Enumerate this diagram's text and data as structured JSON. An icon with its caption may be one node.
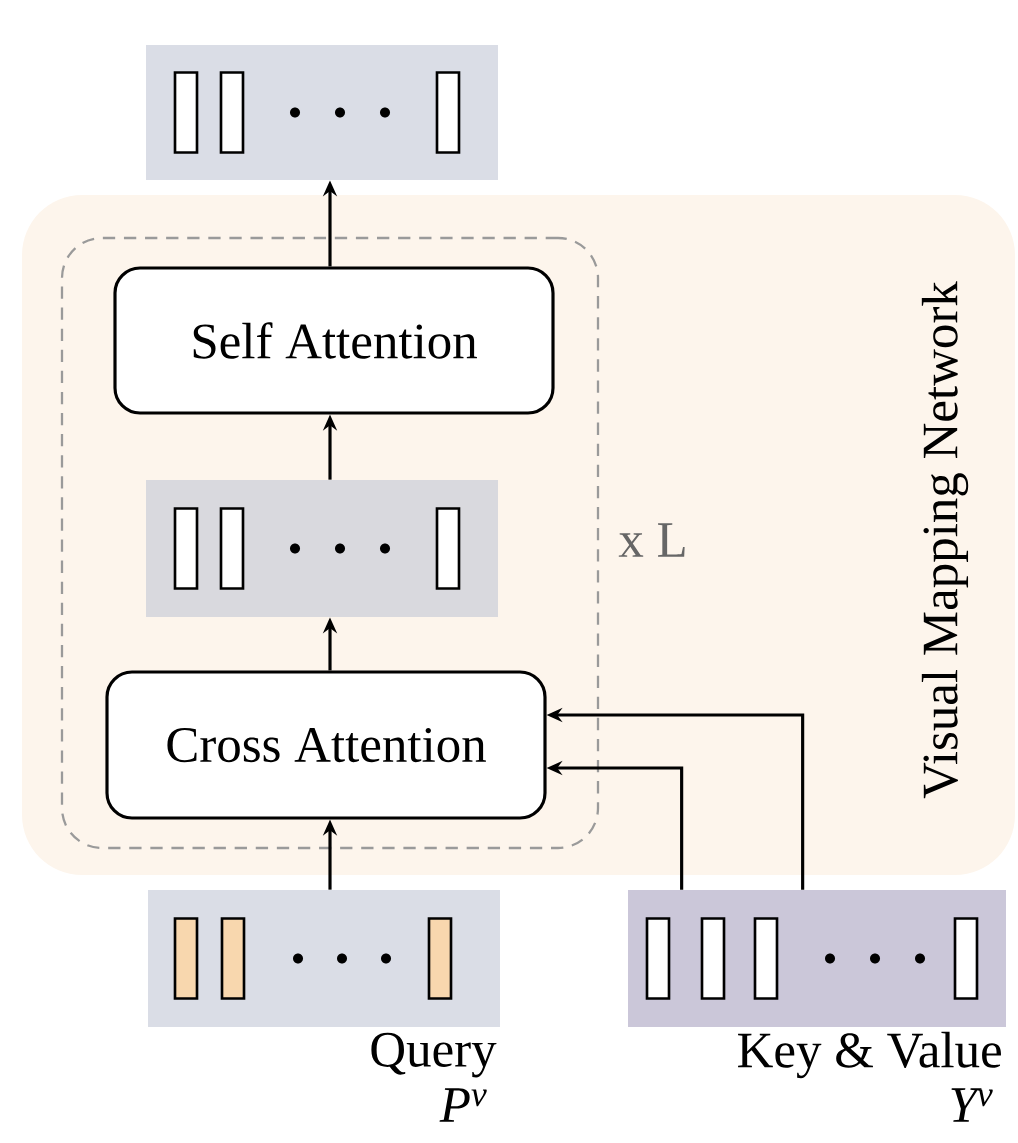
{
  "diagram": {
    "nodes": [
      {
        "text": [
          "Visual Mapping Network"
        ]
      },
      {
        "text": [],
        "shape": "box",
        "in": 0,
        "beside": [
          "x L"
        ]
      },
      {
        "text": [
          "Self Attention"
        ],
        "in": 1
      },
      {
        "text": [],
        "shape": "bar",
        "in": 1
      },
      {
        "text": [
          "Cross Attention"
        ],
        "in": 1
      },
      {
        "text": [],
        "shape": "bar"
      },
      {
        "text": [],
        "shape": "bar",
        "beside": [
          "Query",
          "P$^{v}$"
        ]
      },
      {
        "text": [],
        "shape": "bar",
        "beside": [
          "Key & Value",
          "Y$^{v}$"
        ]
      }
    ],
    "edges": [
      {
        "from": 6,
        "to": 4,
        "arrow": "to"
      },
      {
        "from": 4,
        "to": 3,
        "arrow": "to"
      },
      {
        "from": 3,
        "to": 2,
        "arrow": "to"
      },
      {
        "from": 2,
        "to": 5,
        "arrow": "to"
      },
      {
        "from": 7,
        "to": 4,
        "arrow": "to"
      },
      {
        "from": 7,
        "to": 4,
        "arrow": "to"
      }
    ]
  }
}
